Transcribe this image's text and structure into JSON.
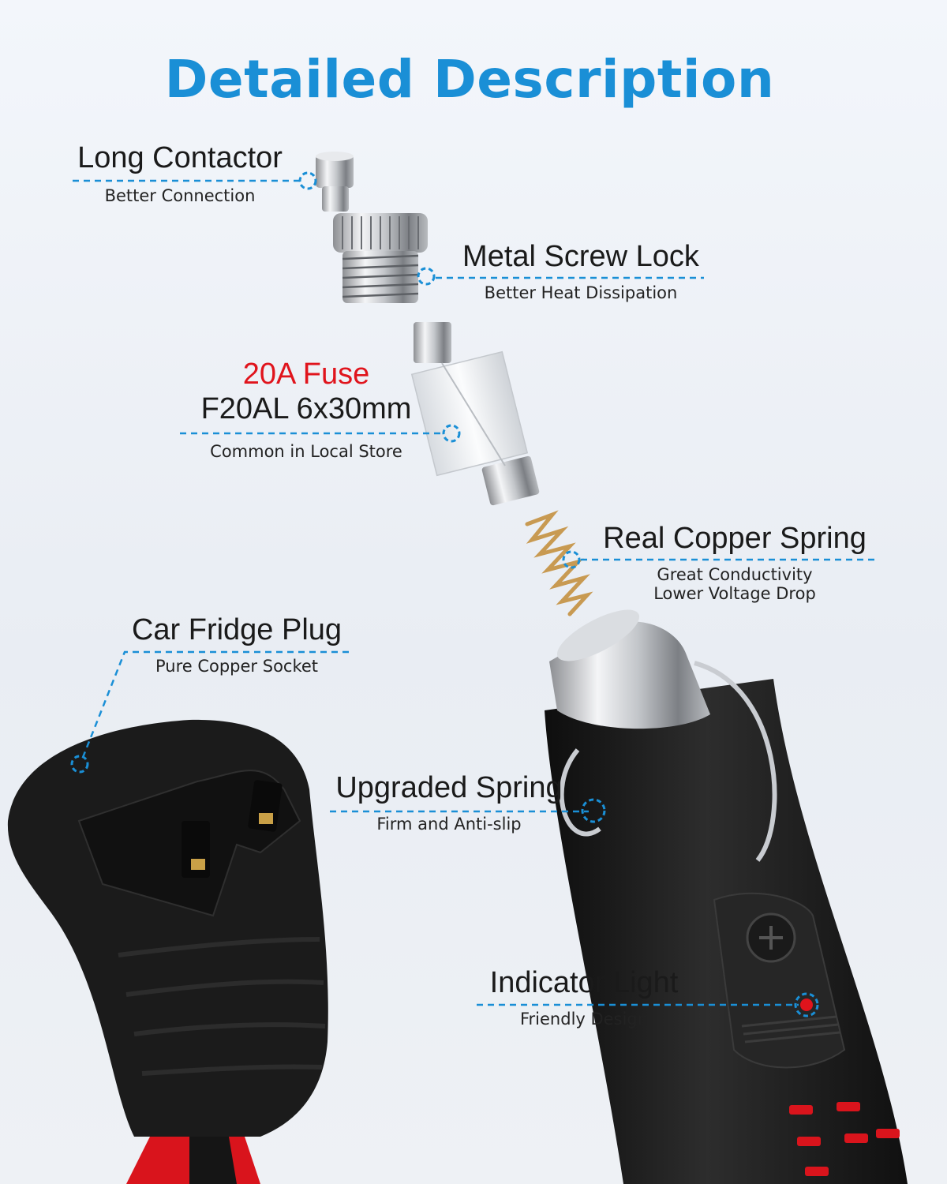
{
  "title": "Detailed Description",
  "colors": {
    "accent": "#1a8fd6",
    "fuse_highlight": "#e0141c",
    "plug_body": "#1b1b1b",
    "wire_red": "#d9141c"
  },
  "callouts": {
    "long_contactor": {
      "title": "Long Contactor",
      "subtitle": "Better Connection"
    },
    "metal_screw_lock": {
      "title": "Metal Screw Lock",
      "subtitle": "Better Heat Dissipation"
    },
    "fuse": {
      "title_highlight": "20A Fuse",
      "title": "F20AL 6x30mm",
      "subtitle": "Common in Local Store"
    },
    "copper_spring": {
      "title": "Real Copper Spring",
      "subtitle_line1": "Great Conductivity",
      "subtitle_line2": "Lower Voltage Drop"
    },
    "car_fridge_plug": {
      "title": "Car Fridge Plug",
      "subtitle": "Pure Copper Socket"
    },
    "upgraded_spring": {
      "title": "Upgraded Spring",
      "subtitle": "Firm and Anti-slip"
    },
    "indicator_light": {
      "title": "Indicator Light",
      "subtitle": "Friendly Design"
    }
  }
}
